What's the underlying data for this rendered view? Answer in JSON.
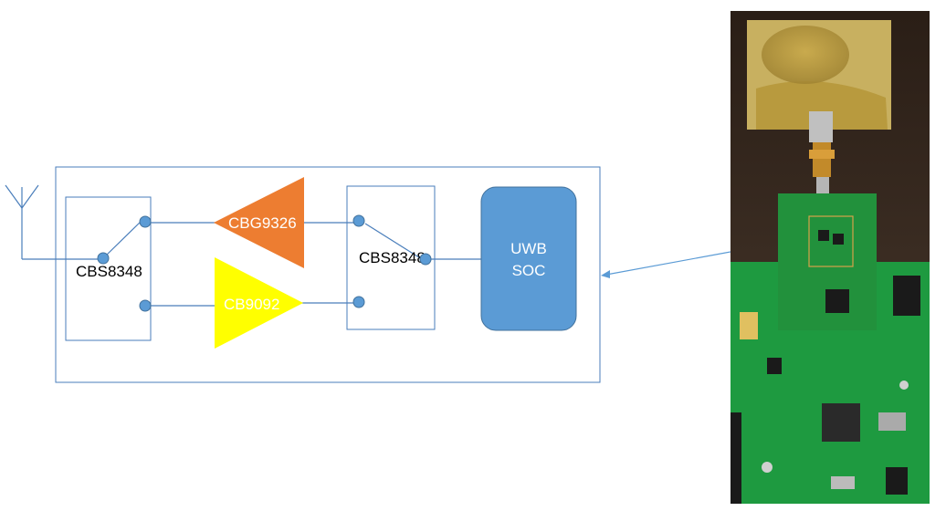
{
  "switch_left_label": "CBS8348",
  "switch_right_label": "CBS8348",
  "amp_top_label": "CBG9326",
  "amp_bottom_label": "CB9092",
  "soc_label_line1": "UWB",
  "soc_label_line2": "SOC",
  "colors": {
    "line": "#4a7ebb",
    "node": "#5b9bd5",
    "node_stroke": "#41719c",
    "amp_top": "#ed7d31",
    "amp_bottom": "#ffff00",
    "soc_fill": "#5b9bd5",
    "soc_text": "#ffffff",
    "amp_text": "#ffffff",
    "switch_text": "#000000"
  },
  "photo": {
    "description_icon": "pcb-antenna-photo-icon"
  }
}
